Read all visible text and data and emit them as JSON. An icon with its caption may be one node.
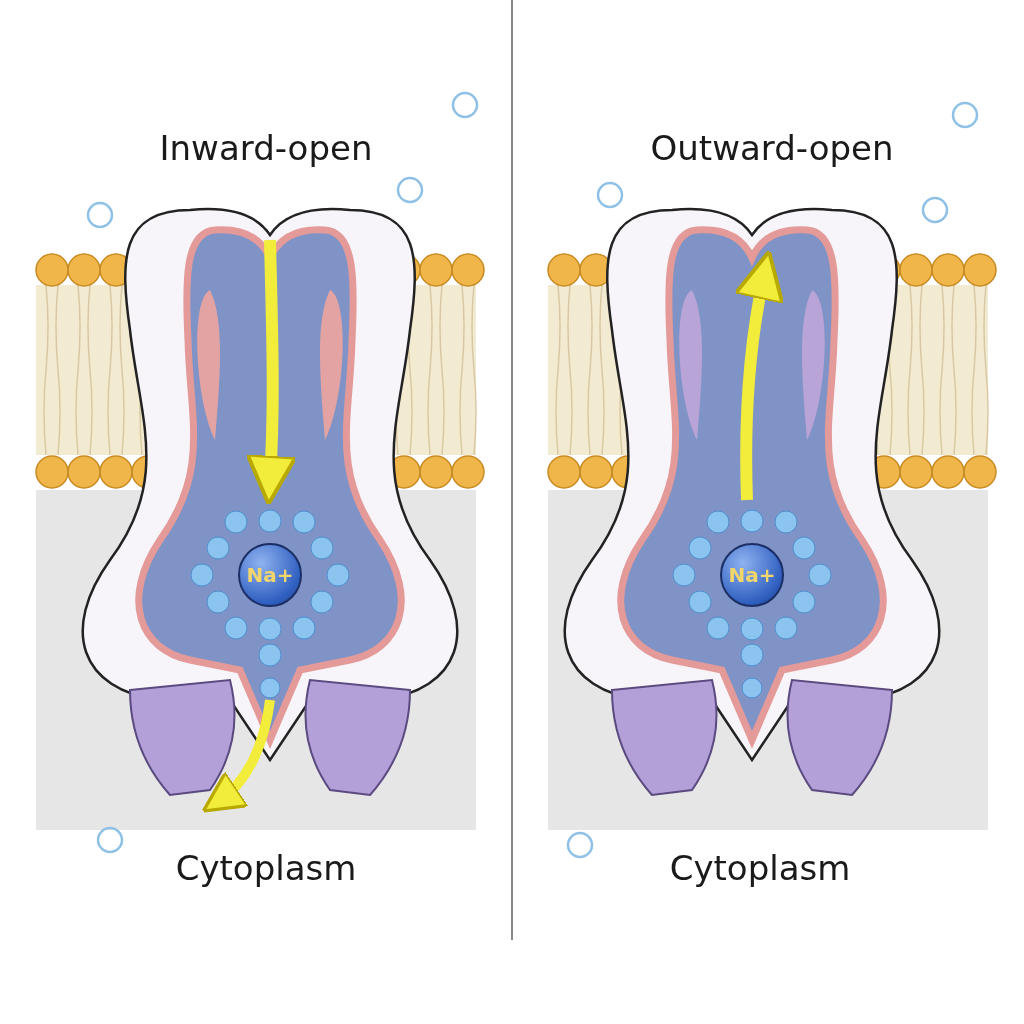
{
  "diagram": {
    "nodes": [
      {
        "text": [
          "Na+"
        ]
      },
      {
        "text": [
          "Na+"
        ]
      }
    ],
    "labels": [
      "Inward-open",
      "Outward-open",
      "Cytoplasm",
      "Cytoplasm"
    ]
  }
}
